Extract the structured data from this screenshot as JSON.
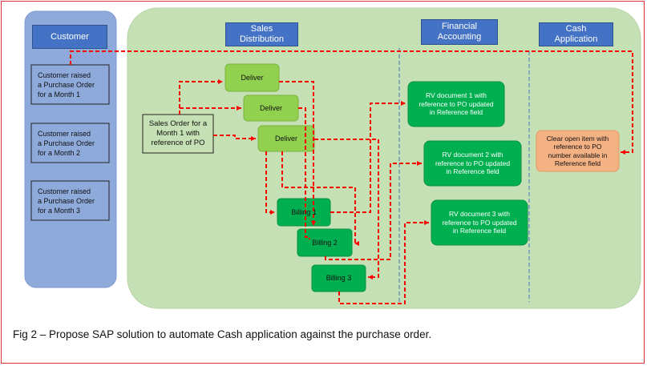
{
  "headers": {
    "customer": "Customer",
    "sales": "Sales\nDistribution",
    "financial": "Financial\nAccounting",
    "cash": "Cash\nApplication"
  },
  "customer_pos": [
    "Customer raised\na Purchase Order\nfor a Month 1",
    "Customer raised\na Purchase Order\nfor a Month 2",
    "Customer raised\na Purchase Order\nfor a Month 3"
  ],
  "sales_order": "Sales Order for a\nMonth 1 with\nreference of PO",
  "deliveries": [
    "Deliver",
    "Deliver",
    "Deliver"
  ],
  "billings": [
    "Billing 1",
    "Billing 2",
    "Billing 3"
  ],
  "rv_documents": [
    "RV document 1 with\nreference to PO updated\nin Reference field",
    "RV document 2 with\nreference to PO updated\nin Reference field",
    "RV document 3 with\nreference to PO updated\nin Reference field"
  ],
  "clear_item": "Clear open item with\nreference to PO\nnumber available in\nReference field",
  "caption": "Fig 2 – Propose SAP solution to automate Cash application against the purchase order.",
  "colors": {
    "customer_lane": "#8eaadb",
    "process_area": "#c5e0b4",
    "header_blue": "#4472c4",
    "light_green": "#92d050",
    "dark_green": "#00b050",
    "orange": "#f4b183",
    "arrow_red": "#ff0000",
    "divider_blue": "#4472c4"
  }
}
